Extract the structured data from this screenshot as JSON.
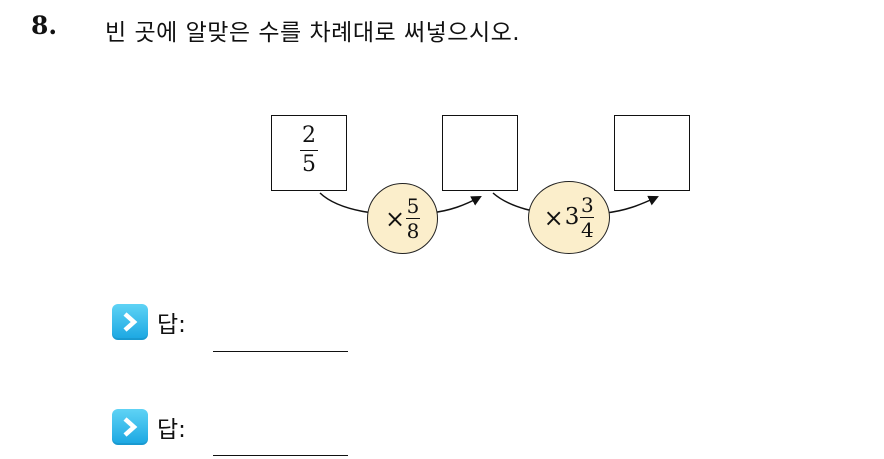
{
  "question": {
    "number": "8.",
    "text": "빈 곳에 알맞은 수를 차례대로 써넣으시오."
  },
  "diagram": {
    "start_box": {
      "numerator": "2",
      "denominator": "5"
    },
    "step1": {
      "operator": "×",
      "numerator": "5",
      "denominator": "8"
    },
    "step2": {
      "operator": "×",
      "whole": "3",
      "numerator": "3",
      "denominator": "4"
    }
  },
  "answers": [
    {
      "label": "답:",
      "icon": "chevron-right-icon"
    },
    {
      "label": "답:",
      "icon": "chevron-right-icon"
    }
  ],
  "colors": {
    "operator_fill": "#fbeecb",
    "chevron_top": "#5fd3f5",
    "chevron_bottom": "#1aa6e2"
  }
}
